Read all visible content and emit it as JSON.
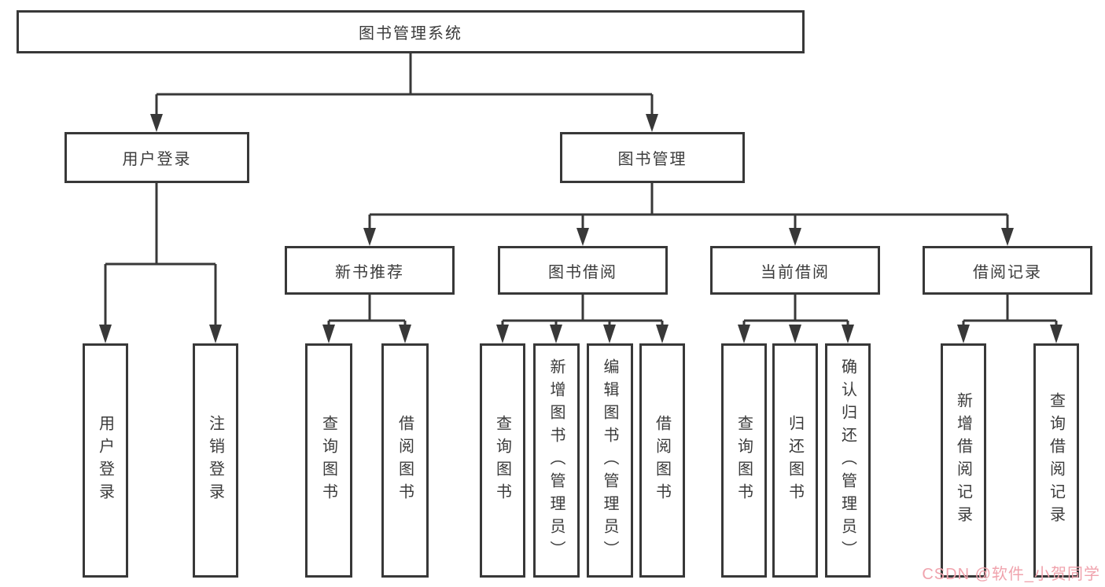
{
  "diagram": {
    "colors": {
      "line": "#383838",
      "text": "#3b3b3b",
      "watermark": "#f0a3ad",
      "background": "#ffffff"
    },
    "watermark": "CSDN @软件_小贺同学",
    "root": {
      "label": "图书管理系统",
      "children": [
        {
          "label": "用户登录",
          "children": [
            {
              "label": "用户登录"
            },
            {
              "label": "注销登录"
            }
          ]
        },
        {
          "label": "图书管理",
          "children": [
            {
              "label": "新书推荐",
              "children": [
                {
                  "label": "查询图书"
                },
                {
                  "label": "借阅图书"
                }
              ]
            },
            {
              "label": "图书借阅",
              "children": [
                {
                  "label": "查询图书"
                },
                {
                  "label": "新增图书（管理员）"
                },
                {
                  "label": "编辑图书（管理员）"
                },
                {
                  "label": "借阅图书"
                }
              ]
            },
            {
              "label": "当前借阅",
              "children": [
                {
                  "label": "查询图书"
                },
                {
                  "label": "归还图书"
                },
                {
                  "label": "确认归还（管理员）"
                }
              ]
            },
            {
              "label": "借阅记录",
              "children": [
                {
                  "label": "新增借阅记录"
                },
                {
                  "label": "查询借阅记录"
                }
              ]
            }
          ]
        }
      ]
    }
  }
}
